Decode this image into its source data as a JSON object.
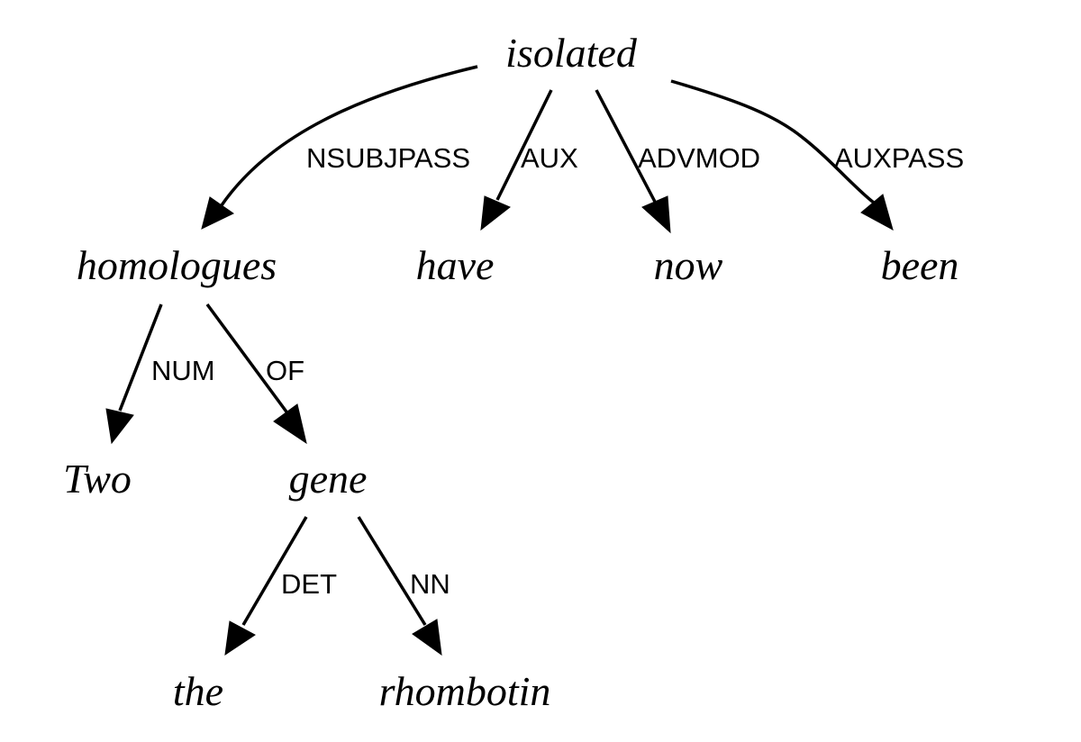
{
  "tree": {
    "words": {
      "isolated": "isolated",
      "homologues": "homologues",
      "have": "have",
      "now": "now",
      "been": "been",
      "two": "Two",
      "gene": "gene",
      "the": "the",
      "rhombotin": "rhombotin"
    },
    "relations": {
      "nsubjpass": "NSUBJPASS",
      "aux": "AUX",
      "advmod": "ADVMOD",
      "auxpass": "AUXPASS",
      "num": "NUM",
      "of": "OF",
      "det": "DET",
      "nn": "NN"
    },
    "edges": [
      {
        "from": "isolated",
        "to": "homologues",
        "label": "nsubjpass"
      },
      {
        "from": "isolated",
        "to": "have",
        "label": "aux"
      },
      {
        "from": "isolated",
        "to": "now",
        "label": "advmod"
      },
      {
        "from": "isolated",
        "to": "been",
        "label": "auxpass"
      },
      {
        "from": "homologues",
        "to": "two",
        "label": "num"
      },
      {
        "from": "homologues",
        "to": "gene",
        "label": "of"
      },
      {
        "from": "gene",
        "to": "the",
        "label": "det"
      },
      {
        "from": "gene",
        "to": "rhombotin",
        "label": "nn"
      }
    ],
    "colors": {
      "ink": "#000000",
      "background": "#ffffff"
    }
  }
}
